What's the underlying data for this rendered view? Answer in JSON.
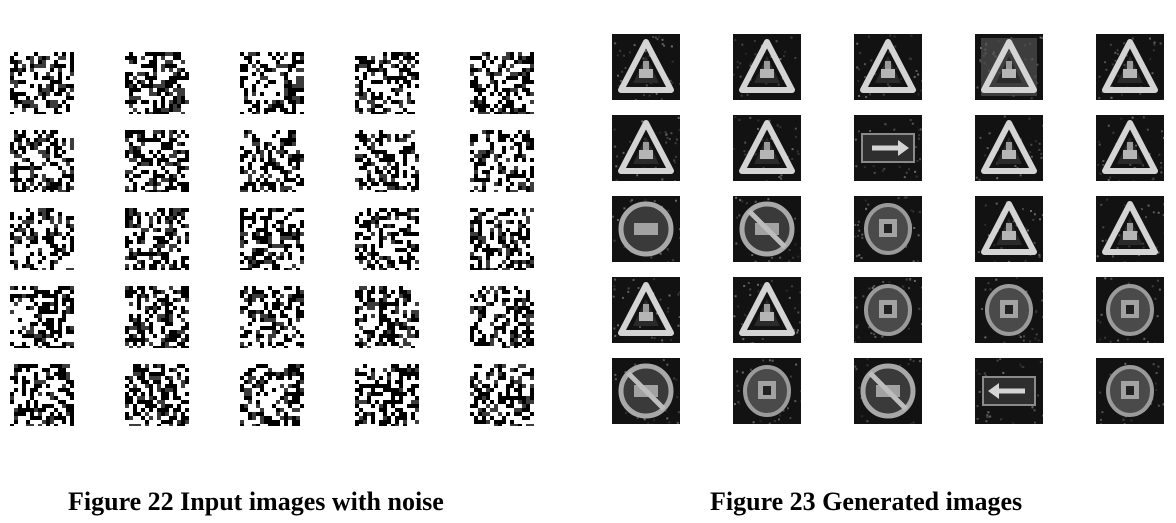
{
  "figures": [
    {
      "id": "fig22",
      "caption": "Figure 22 Input images with noise",
      "rows": 5,
      "cols": 5,
      "tile_type": "noise"
    },
    {
      "id": "fig23",
      "caption": "Figure 23 Generated images",
      "rows": 5,
      "cols": 5,
      "tile_type": "sign",
      "signs": [
        [
          "triangle",
          "triangle",
          "triangle",
          "triangle-faded",
          "triangle"
        ],
        [
          "triangle",
          "triangle",
          "rect-arrow-right",
          "triangle",
          "triangle"
        ],
        [
          "circle",
          "circle-slash",
          "blob",
          "triangle",
          "triangle"
        ],
        [
          "triangle",
          "triangle",
          "blob",
          "blob",
          "blob"
        ],
        [
          "circle-slash",
          "blob",
          "circle-slash",
          "rect-arrow-left",
          "blob"
        ]
      ]
    }
  ]
}
